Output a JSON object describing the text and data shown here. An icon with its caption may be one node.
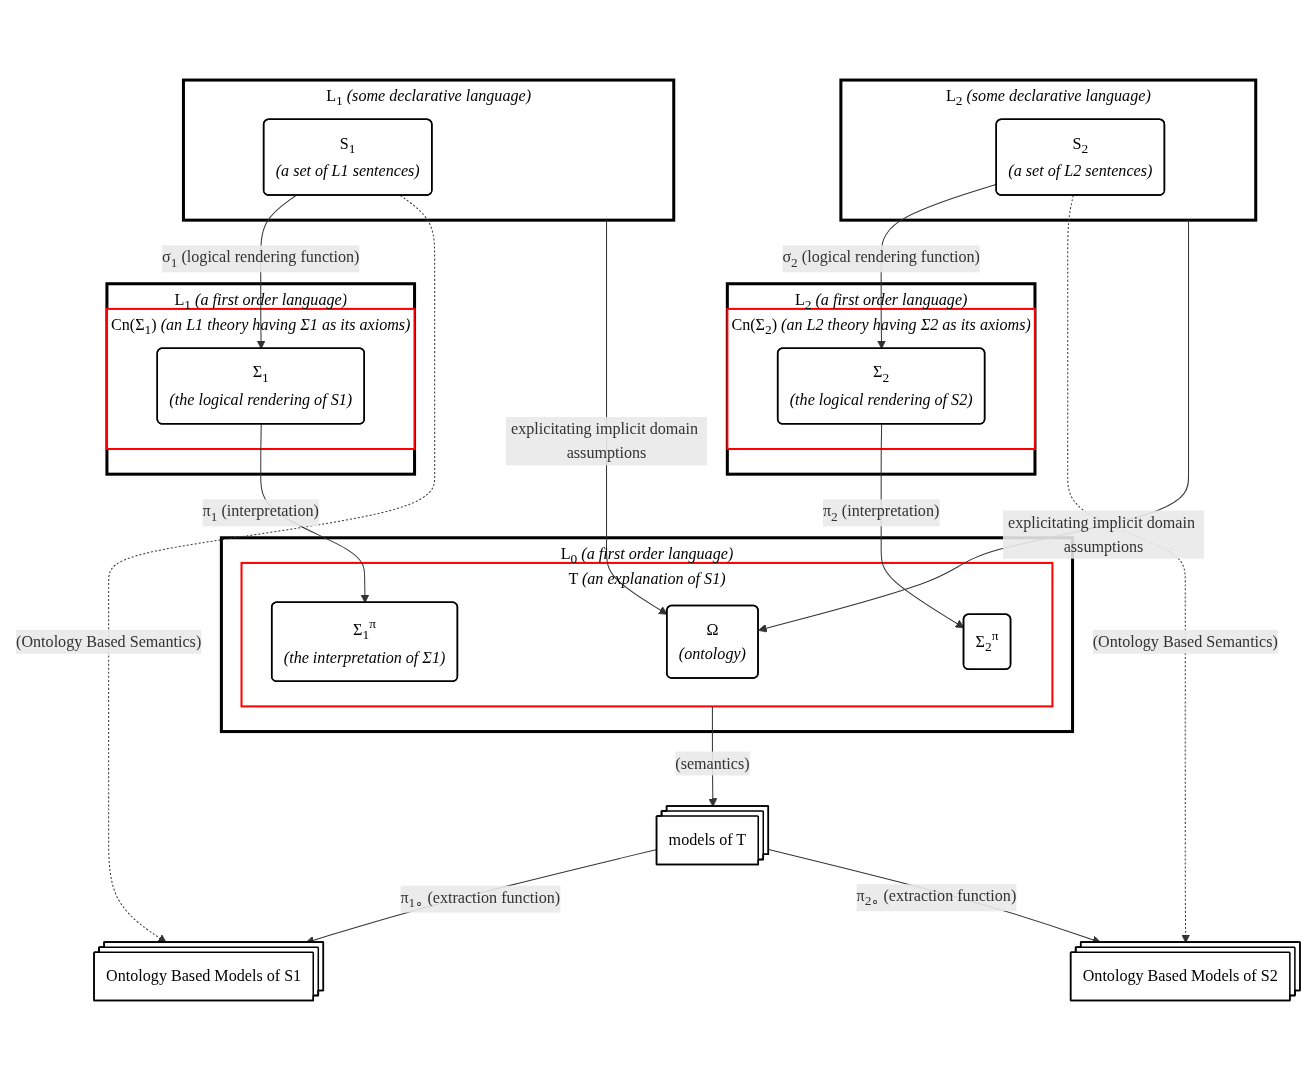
{
  "diagram": {
    "nodes": [
      {
        "text": [
          "L$_{1}$",
          "(some declarative language)"
        ]
      },
      {
        "text": [
          "S$_{1}$",
          "(a set of L1 sentences)"
        ],
        "in": 0
      },
      {
        "text": [
          "L$_{0}$",
          "(a first order language)"
        ]
      },
      {
        "text": [
          "T",
          "(an explanation of S1)"
        ],
        "in": 2
      },
      {
        "text": [
          "Ω",
          "(ontology)"
        ],
        "in": 3
      },
      {
        "text": [
          "Σ$_{1}$$^{π}$",
          "(the interpretation of Σ1)"
        ],
        "in": 3
      },
      {
        "text": [
          "L$_{1}$",
          "(a first order language)"
        ]
      },
      {
        "text": [
          "Cn(Σ$_{1}$)",
          "(an L1 theory having Σ1 as its axioms)"
        ],
        "in": 6
      },
      {
        "text": [
          "Σ$_{1}$",
          "(the logical rendering of S1)"
        ],
        "in": 7
      },
      {
        "text": [
          "Σ$_{2}$$^{π}$"
        ],
        "in": 3
      },
      {
        "text": [
          "L$_{2}$",
          "(some declarative language)"
        ]
      },
      {
        "text": [
          "S$_{2}$",
          "(a set of L2 sentences)"
        ],
        "in": 10
      },
      {
        "text": [
          "L$_{2}$",
          "(a first order language)"
        ]
      },
      {
        "text": [
          "Cn(Σ$_{2}$)",
          "(an L2 theory having Σ2 as its axioms)"
        ],
        "in": 12
      },
      {
        "text": [
          "Σ$_{2}$",
          "(the logical rendering of S2)"
        ],
        "in": 13
      },
      {
        "text": [
          "Ontology Based Models of S1"
        ]
      },
      {
        "text": [
          "models of T"
        ]
      },
      {
        "text": [
          "Ontology Based Models of S2"
        ]
      }
    ],
    "edges": [
      {
        "from": 1,
        "to": 8,
        "arrow": "to",
        "label": "σ$_{1}$ (logical rendering function)"
      },
      {
        "from": 8,
        "to": 5,
        "arrow": "to",
        "label": "π$_{1}$ (interpretation)"
      },
      {
        "from": 0,
        "to": 4,
        "arrow": "to",
        "label": "explicitating implicit domain assumptions"
      },
      {
        "from": 10,
        "to": 4,
        "arrow": "to",
        "label": "explicitating implicit domain assumptions"
      },
      {
        "from": 11,
        "to": 14,
        "arrow": "to",
        "label": "σ$_{2}$ (logical rendering function)"
      },
      {
        "from": 14,
        "to": 9,
        "arrow": "to",
        "label": "π$_{2}$ (interpretation)"
      },
      {
        "from": 3,
        "to": 16,
        "arrow": "to",
        "label": "(semantics)"
      },
      {
        "from": 16,
        "to": 15,
        "arrow": "to",
        "label": "π$_{1∘}$ (extraction function)"
      },
      {
        "from": 16,
        "to": 17,
        "arrow": "to",
        "label": "π$_{2∘}$ (extraction function)"
      },
      {
        "from": 1,
        "to": 15,
        "arrow": "to",
        "style": "dashed",
        "label": "(Ontology Based Semantics)"
      },
      {
        "from": 11,
        "to": 17,
        "arrow": "to",
        "style": "dashed",
        "label": "(Ontology Based Semantics)"
      }
    ]
  }
}
